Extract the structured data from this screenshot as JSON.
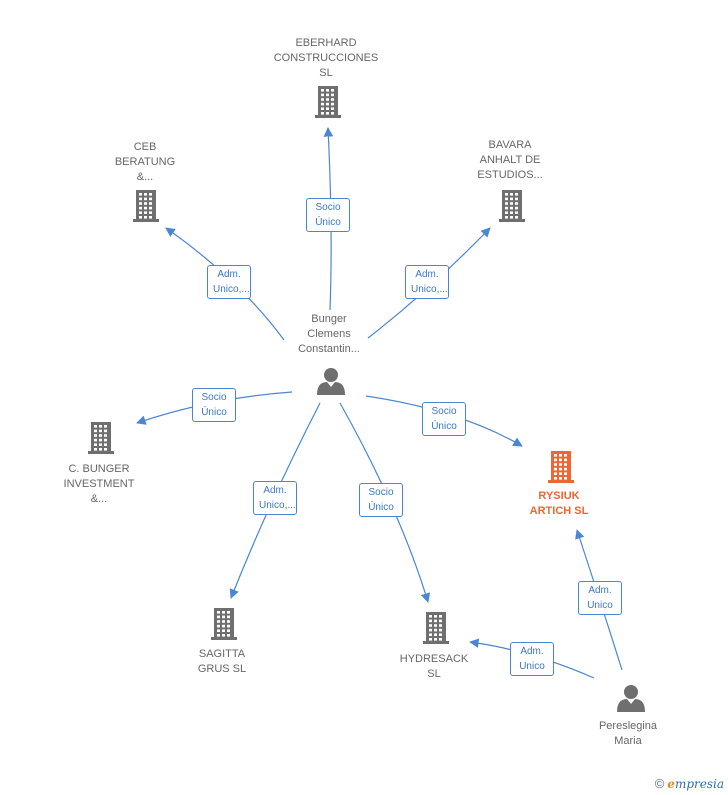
{
  "colors": {
    "edge": "#4a86d4",
    "building": "#6f6f6f",
    "building_main": "#ee6633",
    "person": "#6f6f6f"
  },
  "nodes": [
    {
      "id": "eberhard",
      "type": "company",
      "label": "EBERHARD\nCONSTRUCCIONES\nSL"
    },
    {
      "id": "ceb",
      "type": "company",
      "label": "CEB\nBERATUNG\n&..."
    },
    {
      "id": "bavara",
      "type": "company",
      "label": "BAVARA\nANHALT DE\nESTUDIOS..."
    },
    {
      "id": "bunger",
      "type": "person",
      "label": "Bunger\nClemens\nConstantin..."
    },
    {
      "id": "cbunger",
      "type": "company",
      "label": "C.  BUNGER\nINVESTMENT\n&..."
    },
    {
      "id": "rysiuk",
      "type": "company",
      "main": true,
      "label": "RYSIUK\nARTICH  SL"
    },
    {
      "id": "sagitta",
      "type": "company",
      "label": "SAGITTA\nGRUS  SL"
    },
    {
      "id": "hydresack",
      "type": "company",
      "label": "HYDRESACK\nSL"
    },
    {
      "id": "pereslegina",
      "type": "person",
      "label": "Pereslegina\nMaria"
    }
  ],
  "edges": [
    {
      "from": "bunger",
      "to": "eberhard",
      "label": "Socio\nÚnico"
    },
    {
      "from": "bunger",
      "to": "ceb",
      "label": "Adm.\nUnico,..."
    },
    {
      "from": "bunger",
      "to": "bavara",
      "label": "Adm.\nUnico,..."
    },
    {
      "from": "bunger",
      "to": "cbunger",
      "label": "Socio\nÚnico"
    },
    {
      "from": "bunger",
      "to": "rysiuk",
      "label": "Socio\nÚnico"
    },
    {
      "from": "bunger",
      "to": "sagitta",
      "label": "Adm.\nUnico,..."
    },
    {
      "from": "bunger",
      "to": "hydresack",
      "label": "Socio\nÚnico"
    },
    {
      "from": "pereslegina",
      "to": "rysiuk",
      "label": "Adm.\nUnico"
    },
    {
      "from": "pereslegina",
      "to": "hydresack",
      "label": "Adm.\nUnico"
    }
  ],
  "brand": {
    "copyright": "©",
    "e": "e",
    "name": "mpresia"
  }
}
